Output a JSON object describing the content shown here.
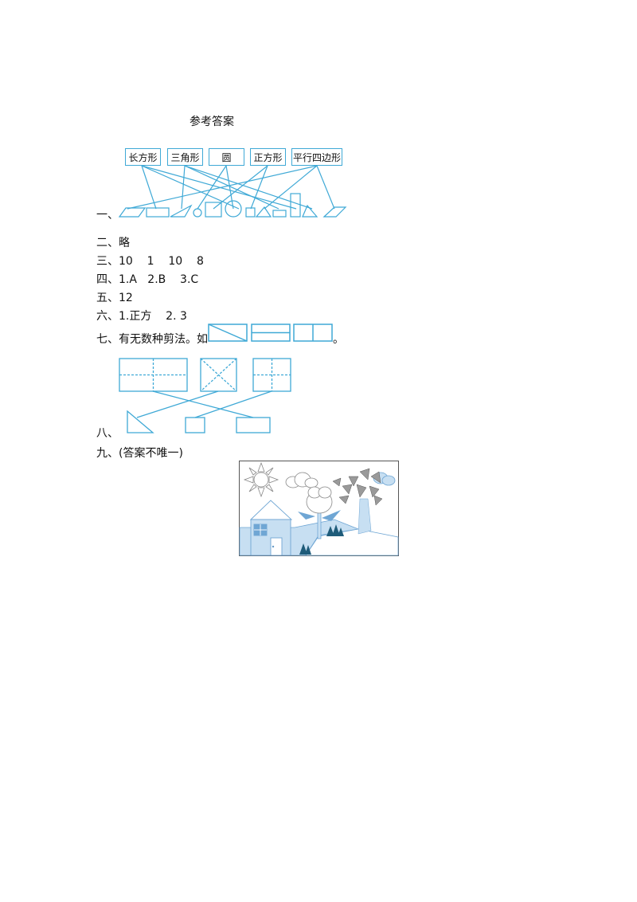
{
  "title": "参考答案",
  "q1": {
    "prefix": "一、",
    "boxes": [
      "长方形",
      "三角形",
      "圆",
      "正方形",
      "平行四边形"
    ]
  },
  "q2": "二、略",
  "q3": "三、10    1    10    8",
  "q4": "四、1.A   2.B    3.C",
  "q5": "五、12",
  "q6": "六、1.正方    2. 3",
  "q7": {
    "text": "七、有无数种剪法。如",
    "end": "。"
  },
  "q8": "八、",
  "q9": "九、(答案不唯一)",
  "colors": {
    "accent": "#3fa9d6",
    "light_blue": "#c7dff2",
    "mid_blue": "#6fa6d4",
    "dark_teal": "#1f5c7a",
    "gray_leaf": "#9a9a9a"
  }
}
